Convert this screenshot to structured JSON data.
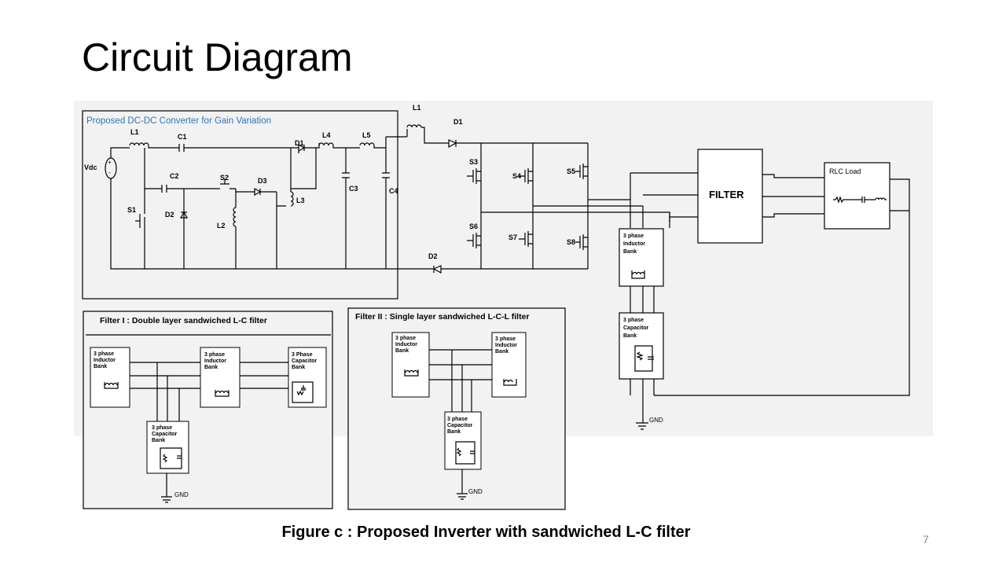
{
  "slide": {
    "title": "Circuit Diagram",
    "caption": "Figure c : Proposed Inverter with sandwiched L-C filter",
    "page_number": "7"
  },
  "converter": {
    "title": "Proposed DC-DC Converter for Gain Variation",
    "title_color": "#2e75b6",
    "labels": {
      "vdc": "Vdc",
      "l1": "L1",
      "c1": "C1",
      "c2": "C2",
      "s1": "S1",
      "s2": "S2",
      "d1": "D1",
      "d2": "D2",
      "d3": "D3",
      "l2": "L2",
      "l3": "L3",
      "l4": "L4",
      "l5": "L5",
      "c3": "C3",
      "c4": "C4"
    }
  },
  "inverter": {
    "labels": {
      "l1": "L1",
      "d1": "D1",
      "d2": "D2",
      "s3": "S3",
      "s4": "S4",
      "s5": "S5",
      "s6": "S6",
      "s7": "S7",
      "s8": "S8"
    },
    "filter": "FILTER",
    "load": "RLC Load",
    "inductor_bank": [
      "3 phase",
      "Inductor",
      "Bank"
    ],
    "capacitor_bank": [
      "3 phase",
      "Capacitor",
      "Bank"
    ],
    "gnd": "GND"
  },
  "filter1": {
    "title": "Filter I : Double layer sandwiched  L-C filter",
    "inductor_bank_1": [
      "3 phase",
      "Inductor",
      "Bank"
    ],
    "inductor_bank_2": [
      "3 phase",
      "Inductor",
      "Bank"
    ],
    "capacitor_bank_right": [
      "3 Phase",
      "Capacitor",
      "Bank"
    ],
    "capacitor_bank_bottom": [
      "3 phase",
      "Capacitor",
      "Bank"
    ],
    "gnd": "GND"
  },
  "filter2": {
    "title": "Filter II : Single layer sandwiched  L-C-L filter",
    "inductor_bank_1": [
      "3 phase",
      "Inductor",
      "Bank"
    ],
    "inductor_bank_2": [
      "3 phase",
      "Inductor",
      "Bank"
    ],
    "capacitor_bank": [
      "3 phase",
      "Capacitor",
      "Bank"
    ],
    "gnd": "GND"
  }
}
